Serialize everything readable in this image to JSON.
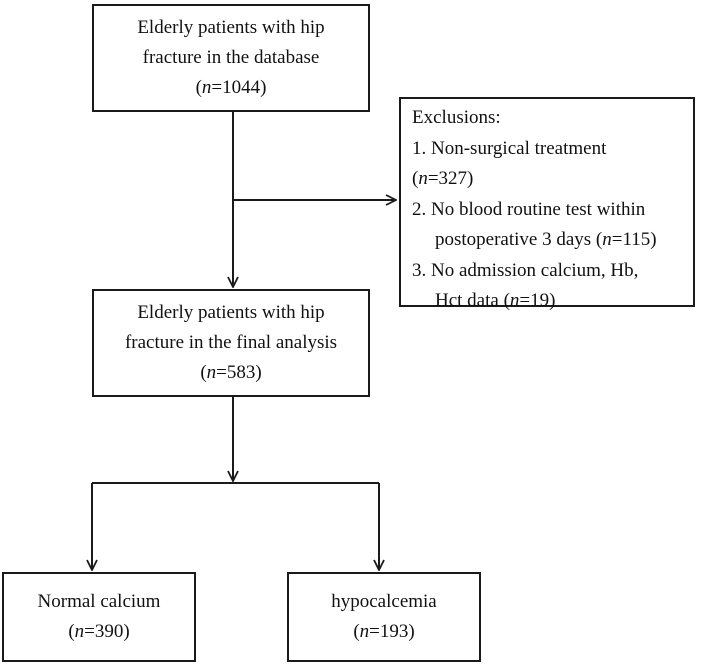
{
  "flowchart": {
    "database_box": {
      "line1": "Elderly patients with hip",
      "line2": "fracture in the database",
      "n_symbol": "n",
      "n_value": "=1044"
    },
    "exclusions_box": {
      "title": "Exclusions:",
      "item1_line1": "1. Non-surgical treatment",
      "item1_n_symbol": "n",
      "item1_n_value": "=327",
      "item2_line1": "2. No blood routine test within",
      "item2_line2_text": "postoperative 3 days (",
      "item2_n_symbol": "n",
      "item2_n_value": "=115",
      "item3_line1": "3. No admission calcium, Hb,",
      "item3_line2_text": "Hct data (",
      "item3_n_symbol": "n",
      "item3_n_value": "=19"
    },
    "final_box": {
      "line1": "Elderly patients with hip",
      "line2": "fracture in the final analysis",
      "n_symbol": "n",
      "n_value": "=583"
    },
    "normal_box": {
      "label": "Normal calcium",
      "n_symbol": "n",
      "n_value": "=390"
    },
    "hypo_box": {
      "label": "hypocalcemia",
      "n_symbol": "n",
      "n_value": "=193"
    }
  },
  "colors": {
    "line": "#1a1a1a",
    "text": "#111111",
    "background": "#ffffff"
  }
}
